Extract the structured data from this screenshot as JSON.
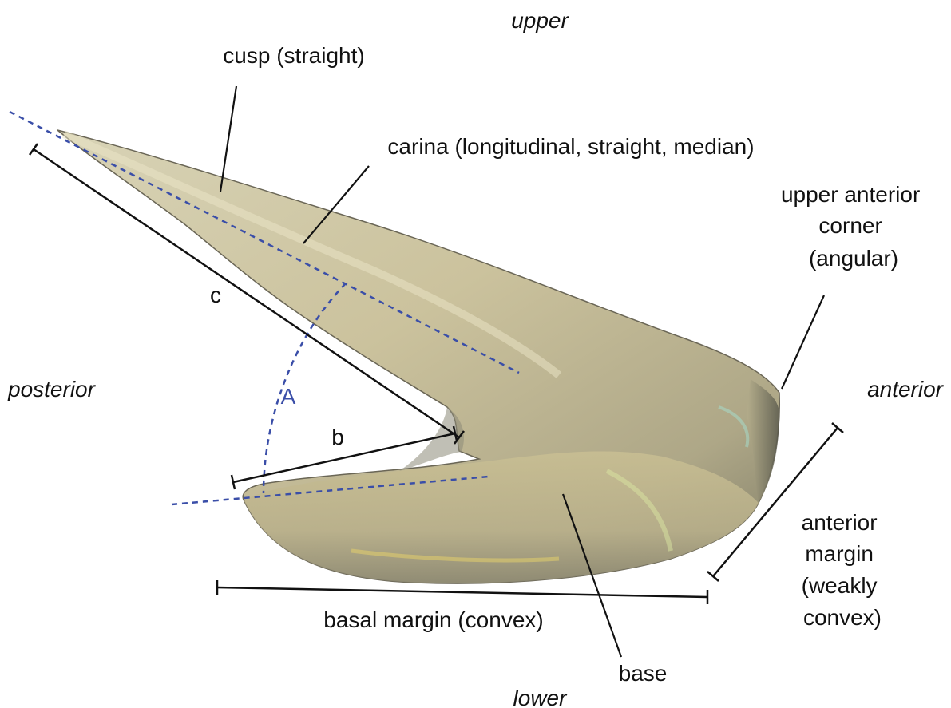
{
  "orientation": {
    "upper": "upper",
    "lower": "lower",
    "posterior": "posterior",
    "anterior": "anterior"
  },
  "labels": {
    "cusp": "cusp (straight)",
    "carina": "carina (longitudinal, straight, median)",
    "upper_anterior_corner": [
      "upper anterior",
      "corner",
      "(angular)"
    ],
    "anterior_margin": [
      "anterior",
      "margin",
      "(weakly",
      "convex)"
    ],
    "basal_margin": "basal margin (convex)",
    "base": "base"
  },
  "measurements": {
    "c": "c",
    "b": "b",
    "angle": "A"
  },
  "colors": {
    "specimen_light": "#d9d1b0",
    "specimen_mid": "#bdb48f",
    "specimen_dark": "#7d7a62",
    "guide_line": "#3a4ea8",
    "leader": "#111111"
  }
}
